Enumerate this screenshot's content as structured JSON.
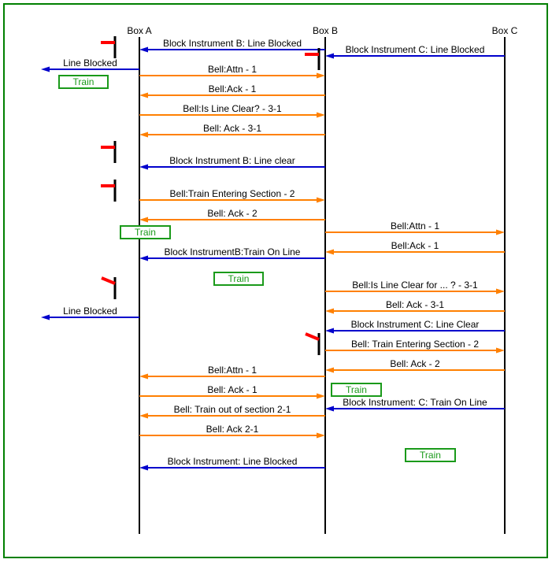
{
  "boxes": {
    "a": "Box A",
    "b": "Box B",
    "c": "Box C"
  },
  "colors": {
    "frame": "#008000",
    "lifeline": "#000000",
    "block_instrument": "#0000cc",
    "bell": "#ff8000",
    "signal": "#ff0000",
    "train": "#1a9a1a"
  },
  "messages": [
    {
      "id": "m01",
      "text": "Block Instrument B: Line Blocked",
      "from": "b",
      "to": "a",
      "kind": "block"
    },
    {
      "id": "m02",
      "text": "Block Instrument C: Line Blocked",
      "from": "c",
      "to": "b",
      "kind": "block"
    },
    {
      "id": "m03",
      "text": "Line Blocked",
      "from": "a",
      "to": "left",
      "kind": "block"
    },
    {
      "id": "m04",
      "text": "Bell:Attn - 1",
      "from": "a",
      "to": "b",
      "kind": "bell"
    },
    {
      "id": "m05",
      "text": "Bell:Ack - 1",
      "from": "b",
      "to": "a",
      "kind": "bell"
    },
    {
      "id": "m06",
      "text": "Bell:Is Line Clear? - 3-1",
      "from": "a",
      "to": "b",
      "kind": "bell"
    },
    {
      "id": "m07",
      "text": "Bell: Ack - 3-1",
      "from": "b",
      "to": "a",
      "kind": "bell"
    },
    {
      "id": "m08",
      "text": "Block Instrument B: Line clear",
      "from": "b",
      "to": "a",
      "kind": "block"
    },
    {
      "id": "m09",
      "text": "Bell:Train Entering Section - 2",
      "from": "a",
      "to": "b",
      "kind": "bell"
    },
    {
      "id": "m10",
      "text": "Bell: Ack - 2",
      "from": "b",
      "to": "a",
      "kind": "bell"
    },
    {
      "id": "m11",
      "text": "Bell:Attn - 1",
      "from": "b",
      "to": "c",
      "kind": "bell"
    },
    {
      "id": "m12",
      "text": "Bell:Ack - 1",
      "from": "c",
      "to": "b",
      "kind": "bell"
    },
    {
      "id": "m13",
      "text": "Block InstrumentB:Train On Line",
      "from": "b",
      "to": "a",
      "kind": "block"
    },
    {
      "id": "m14",
      "text": "Bell:Is Line Clear for ... ? - 3-1",
      "from": "b",
      "to": "c",
      "kind": "bell"
    },
    {
      "id": "m15",
      "text": "Bell: Ack - 3-1",
      "from": "c",
      "to": "b",
      "kind": "bell"
    },
    {
      "id": "m16",
      "text": "Line Blocked",
      "from": "a",
      "to": "left",
      "kind": "block"
    },
    {
      "id": "m17",
      "text": "Block Instrument C: Line Clear",
      "from": "c",
      "to": "b",
      "kind": "block"
    },
    {
      "id": "m18",
      "text": "Bell: Train Entering Section - 2",
      "from": "b",
      "to": "c",
      "kind": "bell"
    },
    {
      "id": "m19",
      "text": "Bell: Ack - 2",
      "from": "c",
      "to": "b",
      "kind": "bell"
    },
    {
      "id": "m20",
      "text": "Bell:Attn - 1",
      "from": "b",
      "to": "a",
      "kind": "bell"
    },
    {
      "id": "m21",
      "text": "Bell: Ack - 1",
      "from": "a",
      "to": "b",
      "kind": "bell"
    },
    {
      "id": "m22",
      "text": "Block Instrument: C: Train On Line",
      "from": "c",
      "to": "b",
      "kind": "block"
    },
    {
      "id": "m23",
      "text": "Bell: Train out of section 2-1",
      "from": "b",
      "to": "a",
      "kind": "bell"
    },
    {
      "id": "m24",
      "text": "Bell: Ack 2-1",
      "from": "a",
      "to": "b",
      "kind": "bell"
    },
    {
      "id": "m25",
      "text": "Block Instrument: Line Blocked",
      "from": "b",
      "to": "a",
      "kind": "block"
    }
  ],
  "trains": [
    {
      "id": "t1",
      "text": "Train"
    },
    {
      "id": "t2",
      "text": "Train"
    },
    {
      "id": "t3",
      "text": "Train"
    },
    {
      "id": "t4",
      "text": "Train"
    },
    {
      "id": "t5",
      "text": "Train"
    }
  ],
  "signals": [
    {
      "id": "s1",
      "state": "on"
    },
    {
      "id": "s2",
      "state": "on"
    },
    {
      "id": "s3",
      "state": "on"
    },
    {
      "id": "s4",
      "state": "off"
    },
    {
      "id": "s5",
      "state": "on"
    },
    {
      "id": "s6",
      "state": "off"
    }
  ]
}
